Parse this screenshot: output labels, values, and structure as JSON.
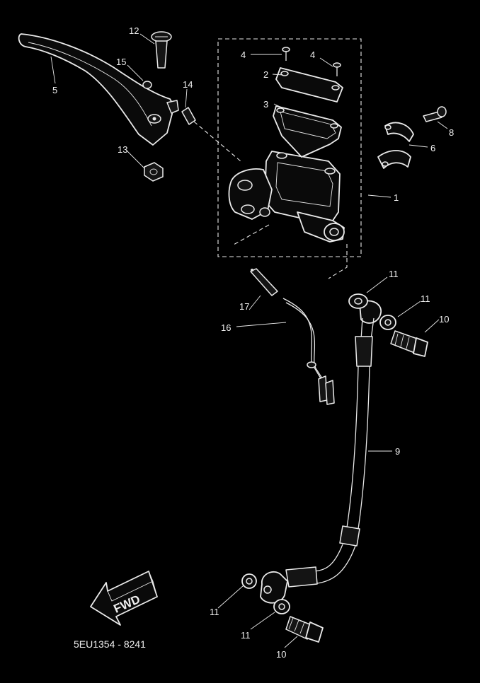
{
  "callouts": [
    "1",
    "2",
    "3",
    "4",
    "4",
    "5",
    "6",
    "8",
    "9",
    "10",
    "10",
    "11",
    "11",
    "11",
    "11",
    "12",
    "13",
    "14",
    "15",
    "16",
    "17"
  ],
  "fwd_label": "FWD",
  "figure_code": "5EU1354 - 8241",
  "colors": {
    "background": "#000000",
    "line": "#e8e8e8"
  }
}
